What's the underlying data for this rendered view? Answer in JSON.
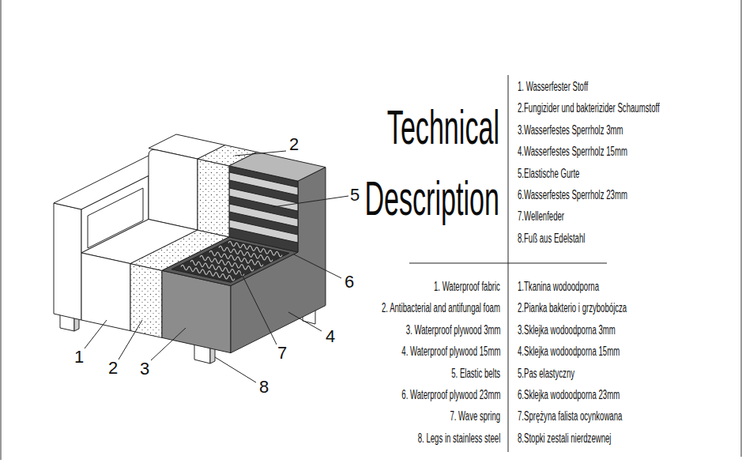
{
  "diagram": {
    "title": "Technical Description",
    "labels": [
      "2",
      "5",
      "6",
      "4",
      "7",
      "1",
      "2",
      "3",
      "8",
      "1. Wasserfester Stoff",
      "2.Fungizider und bakterizider Schaumstoff",
      "3.Wasserfestes Sperrholz 3mm",
      "4.Wasserfestes Sperrholz 15mm",
      "5.Elastische Gurte",
      "6.Wasserfestes Sperrholz 23mm",
      "7.Wellenfeder",
      "8.Fuß aus Edelstahl",
      "1. Waterproof fabric",
      "2. Antibacterial and antifungal foam",
      "3. Waterproof plywood 3mm",
      "4. Waterproof plywood 15mm",
      "5. Elastic belts",
      "6. Waterproof plywood 23mm",
      "7. Wave spring",
      "8. Legs in stainless steel",
      "1.Tkanina wodoodporna",
      "2.Pianka bakterio i grzybobójcza",
      "3.Sklejka wodoodporna 3mm",
      "4.Sklejka wodoodporna 15mm",
      "5.Pas elastyczny",
      "6.Sklejka wodoodporna 23mm",
      "7.Sprężyna falista ocynkowana",
      "8.Stopki zestali nierdzewnej"
    ]
  }
}
